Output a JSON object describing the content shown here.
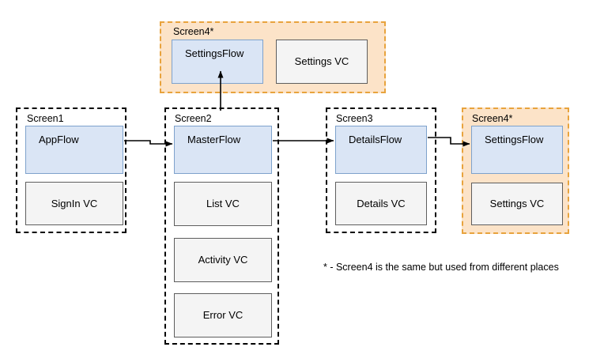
{
  "diagram": {
    "title_note": "* - Screen4 is the same but used from different places",
    "colors": {
      "flow_fill": "#dae5f5",
      "flow_border": "#7ea2cc",
      "vc_fill": "#f4f4f4",
      "vc_border": "#5e5e5e",
      "highlight_fill": "#fce3c8",
      "highlight_border": "#e8a33d",
      "plain_border": "#000000",
      "arrow": "#000000",
      "background": "#ffffff"
    }
  },
  "groups": {
    "screen4_top": {
      "title": "Screen4*",
      "nodes": {
        "flow": "SettingsFlow",
        "vc": "Settings VC"
      }
    },
    "screen1": {
      "title": "Screen1",
      "nodes": {
        "flow": "AppFlow",
        "vc1": "SignIn VC"
      }
    },
    "screen2": {
      "title": "Screen2",
      "nodes": {
        "flow": "MasterFlow",
        "vc1": "List VC",
        "vc2": "Activity VC",
        "vc3": "Error VC"
      }
    },
    "screen3": {
      "title": "Screen3",
      "nodes": {
        "flow": "DetailsFlow",
        "vc1": "Details VC"
      }
    },
    "screen4_right": {
      "title": "Screen4*",
      "nodes": {
        "flow": "SettingsFlow",
        "vc1": "Settings VC"
      }
    }
  },
  "connections": [
    {
      "name": "appflow-to-masterflow",
      "from": "AppFlow",
      "to": "MasterFlow"
    },
    {
      "name": "masterflow-to-detailsflow",
      "from": "MasterFlow",
      "to": "DetailsFlow"
    },
    {
      "name": "detailsflow-to-settingsflow",
      "from": "DetailsFlow",
      "to": "SettingsFlow"
    },
    {
      "name": "masterflow-to-settingsflow-top",
      "from": "MasterFlow",
      "to": "SettingsFlow"
    }
  ]
}
